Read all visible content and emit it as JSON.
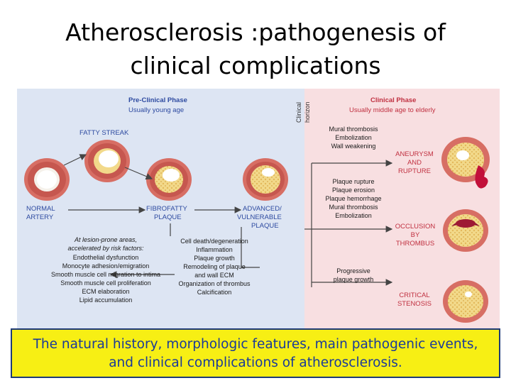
{
  "title": {
    "line1": "Atherosclerosis :pathogenesis of",
    "line2": "clinical complications"
  },
  "phases": {
    "preclinical": {
      "title": "Pre-Clinical Phase",
      "subtitle": "Usually young age"
    },
    "horizon": {
      "line1": "Clinical",
      "line2": "horizon"
    },
    "clinical": {
      "title": "Clinical Phase",
      "subtitle": "Usually middle age to elderly"
    }
  },
  "stages": {
    "fatty_streak": "FATTY STREAK",
    "normal_line1": "NORMAL",
    "normal_line2": "ARTERY",
    "fibrofatty_line1": "FIBROFATTY",
    "fibrofatty_line2": "PLAQUE",
    "advanced_line1": "ADVANCED/",
    "advanced_line2": "VULNERABLE",
    "advanced_line3": "PLAQUE"
  },
  "risk_factors": {
    "header1": "At lesion-prone areas,",
    "header2": "accelerated by risk factors:",
    "items": [
      "Endothelial dysfunction",
      "Monocyte adhesion/emigration",
      "Smooth muscle cell migration to intima",
      "Smooth muscle cell proliferation",
      "ECM elaboration",
      "Lipid accumulation"
    ]
  },
  "plaque_events": [
    "Cell death/degeneration",
    "Inflammation",
    "Plaque growth",
    "Remodeling of plaque",
    "and wall ECM",
    "Organization of thrombus",
    "Calcification"
  ],
  "clinical_events": {
    "aneurysm_causes": [
      "Mural thrombosis",
      "Embolization",
      "Wall weakening"
    ],
    "occlusion_causes": [
      "Plaque rupture",
      "Plaque erosion",
      "Plaque hemorrhage",
      "Mural thrombosis",
      "Embolization"
    ],
    "stenosis_causes": [
      "Progressive",
      "plaque growth"
    ]
  },
  "outcomes": {
    "aneurysm": [
      "ANEURYSM",
      "AND",
      "RUPTURE"
    ],
    "occlusion": [
      "OCCLUSION",
      "BY",
      "THROMBUS"
    ],
    "stenosis": [
      "CRITICAL",
      "STENOSIS"
    ]
  },
  "caption": {
    "line1": "The natural history, morphologic features, main pathogenic events,",
    "line2": "and clinical complications of atherosclerosis."
  },
  "colors": {
    "preclinical_bg": "#dde5f3",
    "clinical_bg": "#f8dfe1",
    "artery": "#d76e64",
    "label_blue": "#2d4aa0",
    "label_red": "#c03040",
    "caption_bg": "#f7ef14",
    "caption_text": "#1a3a9a"
  }
}
